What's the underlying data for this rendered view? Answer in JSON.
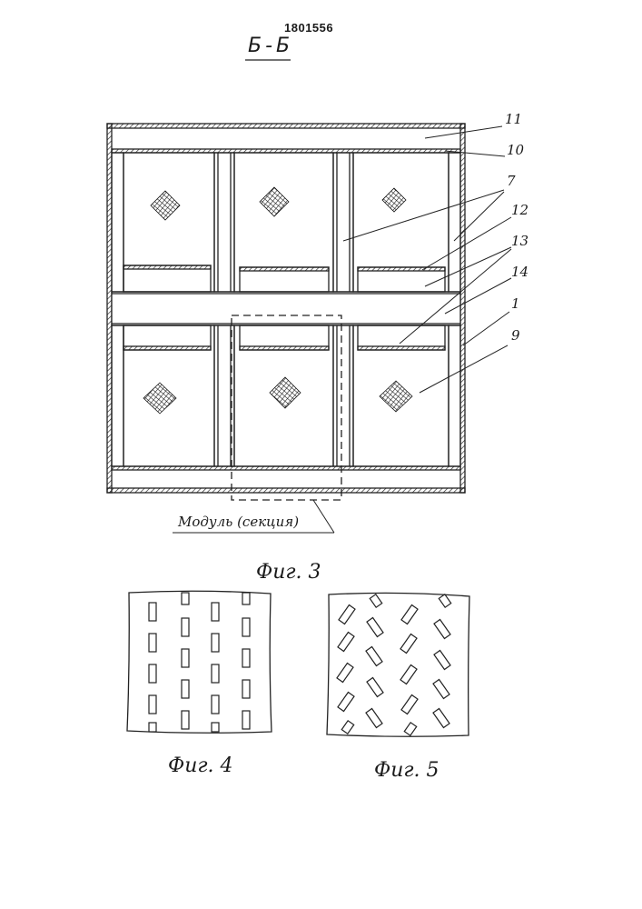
{
  "header": {
    "patent_number": "1801556",
    "section_label": "Б-Б"
  },
  "figure3": {
    "caption": "Фиг. 3",
    "module_label": "Модуль (секция)",
    "callouts": [
      "11",
      "10",
      "7",
      "12",
      "13",
      "14",
      "1",
      "9"
    ]
  },
  "figure4": {
    "caption": "Фиг. 4"
  },
  "figure5": {
    "caption": "Фиг. 5"
  }
}
